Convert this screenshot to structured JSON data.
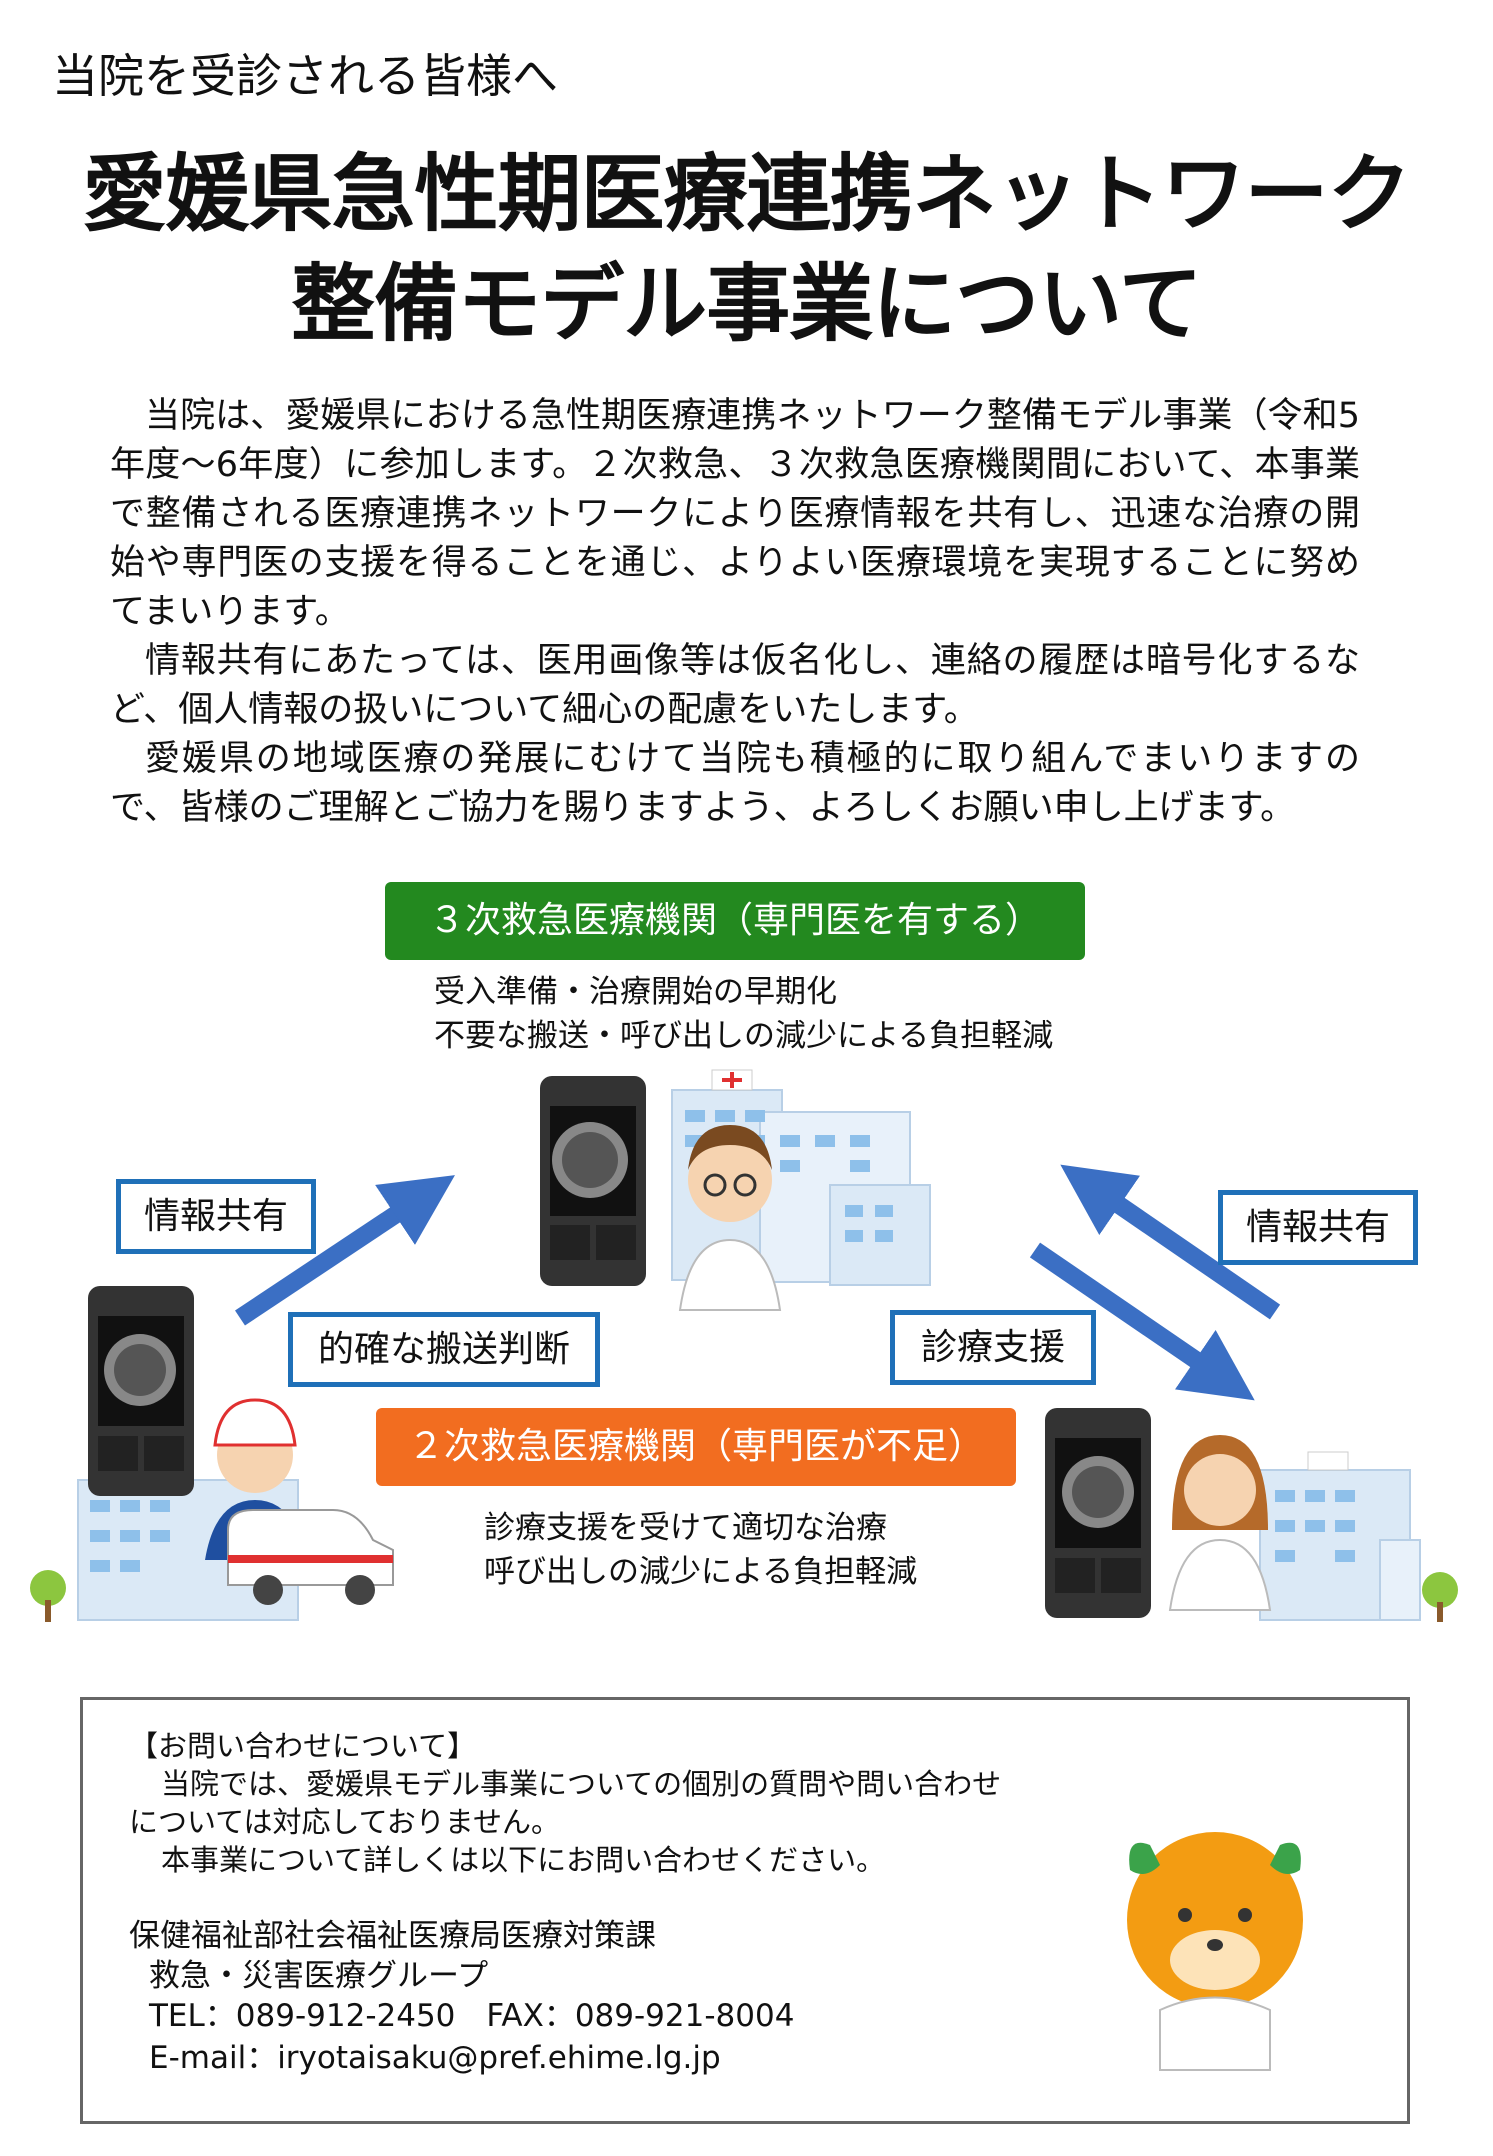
{
  "greeting": "当院を受診される皆様へ",
  "title": {
    "line1": "愛媛県急性期医療連携ネットワーク",
    "line2": "整備モデル事業について"
  },
  "body": {
    "p1": "当院は、愛媛県における急性期医療連携ネットワーク整備モデル事業（令和5年度～6年度）に参加します。２次救急、３次救急医療機関間において、本事業で整備される医療連携ネットワークにより医療情報を共有し、迅速な治療の開始や専門医の支援を得ることを通じ、よりよい医療環境を実現することに努めてまいります。",
    "p2": "情報共有にあたっては、医用画像等は仮名化し、連絡の履歴は暗号化するなど、個人情報の扱いについて細心の配慮をいたします。",
    "p3": "愛媛県の地域医療の発展にむけて当院も積極的に取り組んでまいりますので、皆様のご理解とご協力を賜りますよう、よろしくお願い申し上げます。"
  },
  "diagram": {
    "tertiary_header": "３次救急医療機関（専門医を有する）",
    "tertiary_desc1": "受入準備・治療開始の早期化",
    "tertiary_desc2": "不要な搬送・呼び出しの減少による負担軽減",
    "secondary_header": "２次救急医療機関（専門医が不足）",
    "secondary_desc1": "診療支援を受けて適切な治療",
    "secondary_desc2": "呼び出しの減少による負担軽減",
    "label_share_left": "情報共有",
    "label_share_right": "情報共有",
    "label_judgment": "的確な搬送判断",
    "label_support": "診療支援",
    "colors": {
      "arrow": "#3b6fc4",
      "tertiary": "#23891f",
      "secondary": "#f26d20",
      "label_border": "#1f70b8"
    }
  },
  "contact": {
    "heading": "【お問い合わせについて】",
    "line1": "当院では、愛媛県モデル事業についての個別の質問や問い合わせ",
    "line2": "については対応しておりません。",
    "line3": "本事業について詳しくは以下にお問い合わせください。",
    "dept": "保健福祉部社会福祉医療局医療対策課",
    "group": "救急・災害医療グループ",
    "tel": "TEL：089-912-2450　FAX：089-921-8004",
    "email": "E-mail：iryotaisaku@pref.ehime.lg.jp"
  }
}
